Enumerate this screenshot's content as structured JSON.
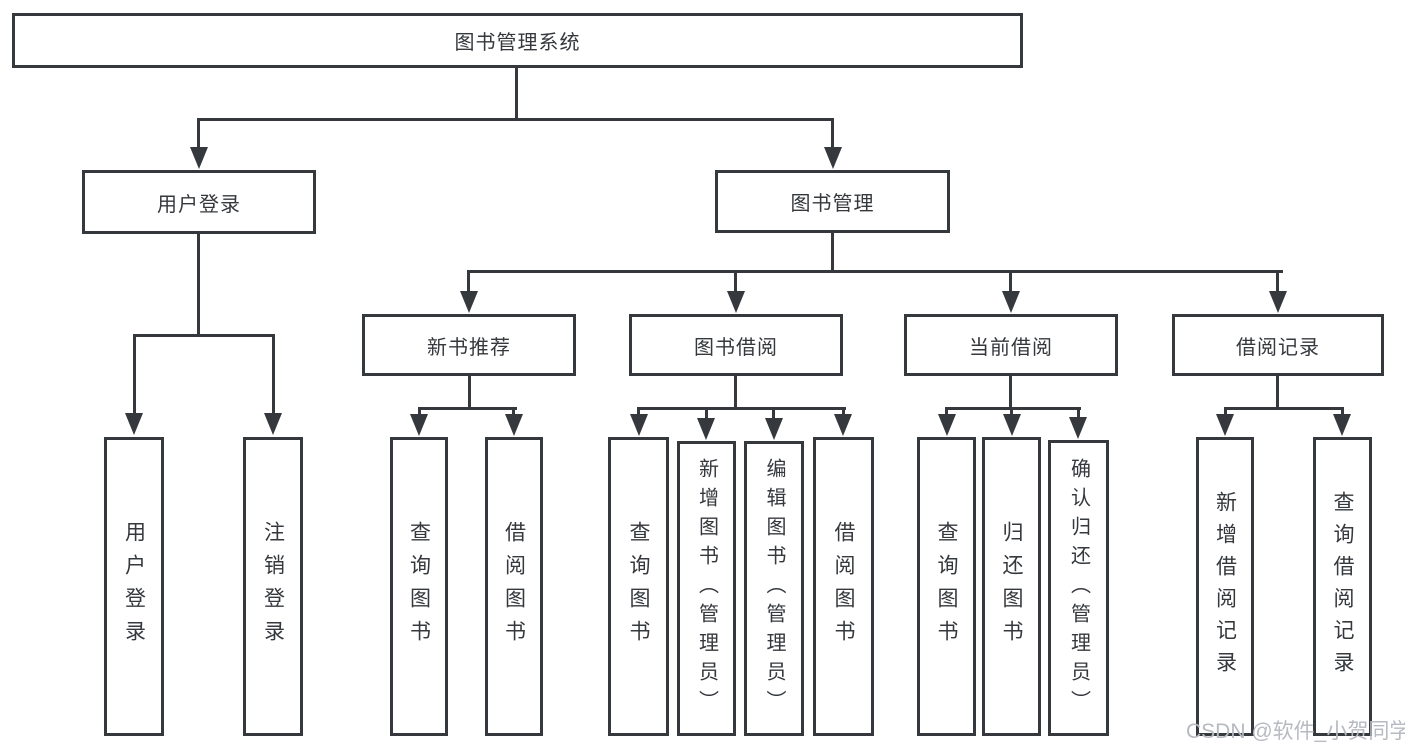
{
  "nodes": {
    "root": "图书管理系统",
    "level2": {
      "user_login": "用户登录",
      "book_mgmt": "图书管理"
    },
    "level3": {
      "new_book_rec": "新书推荐",
      "book_borrow": "图书借阅",
      "current_borrow": "当前借阅",
      "borrow_records": "借阅记录"
    },
    "leaves": {
      "user_login": "用户登录",
      "logout": "注销登录",
      "rec_query": "查询图书",
      "rec_borrow": "借阅图书",
      "bb_query": "查询图书",
      "bb_add": "新增图书（管理员）",
      "bb_edit": "编辑图书（管理员）",
      "bb_borrow": "借阅图书",
      "cb_query": "查询图书",
      "cb_return": "归还图书",
      "cb_confirm": "确认归还（管理员）",
      "br_add": "新增借阅记录",
      "br_query": "查询借阅记录"
    }
  },
  "watermark": "CSDN @软件_小贺同学",
  "colors": {
    "line": "#35383c",
    "text": "#35383c",
    "box_bg": "#ffffff",
    "background": "#ffffff",
    "watermark": "#b6bac1"
  }
}
